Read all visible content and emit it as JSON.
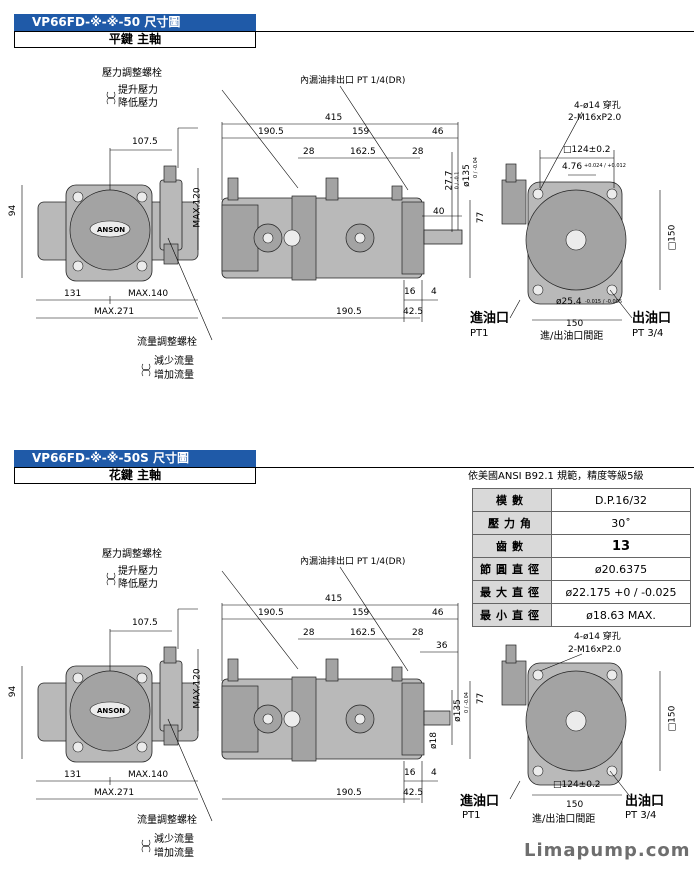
{
  "section1": {
    "title": "VP66FD-※-※-50 尺寸圖",
    "subtitle": "平鍵 主軸",
    "pressure_screw": "壓力調整螺栓",
    "pressure_up": "提升壓力",
    "pressure_down": "降低壓力",
    "flow_screw": "流量調整螺栓",
    "flow_down": "減少流量",
    "flow_up": "增加流量",
    "drain": "內漏油排出口 PT 1/4(DR)",
    "brand_label": "ANSON",
    "inlet": "進油口",
    "inlet_size": "PT1",
    "outlet": "出油口",
    "outlet_size": "PT 3/4",
    "port_spacing": "進/出油口間距",
    "holes": "4-ø14 穿孔",
    "tapped": "2-M16xP2.0",
    "dims": {
      "d107_5": "107.5",
      "d94": "94",
      "dmax120": "MAX.120",
      "d131": "131",
      "dmax140": "MAX.140",
      "dmax271": "MAX.271",
      "d415": "415",
      "d190_5": "190.5",
      "d159": "159",
      "d46": "46",
      "d28a": "28",
      "d28b": "28",
      "d162_5": "162.5",
      "d27_7": "27.7",
      "d27_7_tol": "0 / -0.1",
      "d135": "ø135",
      "d135_tol": "0 / -0.04",
      "d40": "40",
      "d77": "77",
      "d16": "16",
      "d4": "4",
      "d190_5b": "190.5",
      "d42_5": "42.5",
      "d124": "□124±0.2",
      "d4_76": "4.76",
      "d4_76_tol": "+0.024 / +0.012",
      "d150v": "□150",
      "d25_4": "ø25.4",
      "d25_4_tol": "-0.015 / -0.005",
      "d150": "150"
    }
  },
  "section2": {
    "title": "VP66FD-※-※-50S 尺寸圖",
    "subtitle": "花鍵 主軸",
    "standard_note": "依美國ANSI  B92.1 規範，精度等級5級",
    "spec_rows": [
      {
        "key": "模數",
        "value": "D.P.16/32"
      },
      {
        "key": "壓力角",
        "value": "30˚"
      },
      {
        "key": "齒數",
        "value": "13"
      },
      {
        "key": "節圓直徑",
        "value": "ø20.6375"
      },
      {
        "key": "最大直徑",
        "value": "ø22.175 +0 / -0.025"
      },
      {
        "key": "最小直徑",
        "value": "ø18.63 MAX."
      }
    ],
    "pressure_screw": "壓力調整螺栓",
    "pressure_up": "提升壓力",
    "pressure_down": "降低壓力",
    "flow_screw": "流量調整螺栓",
    "flow_down": "減少流量",
    "flow_up": "增加流量",
    "drain": "內漏油排出口 PT 1/4(DR)",
    "brand_label": "ANSON",
    "inlet": "進油口",
    "inlet_size": "PT1",
    "outlet": "出油口",
    "outlet_size": "PT 3/4",
    "port_spacing": "進/出油口間距",
    "holes": "4-ø14 穿孔",
    "tapped": "2-M16xP2.0",
    "dims": {
      "d107_5": "107.5",
      "d94": "94",
      "dmax120": "MAX.120",
      "d131": "131",
      "dmax140": "MAX.140",
      "dmax271": "MAX.271",
      "d415": "415",
      "d190_5": "190.5",
      "d159": "159",
      "d46": "46",
      "d28a": "28",
      "d28b": "28",
      "d162_5": "162.5",
      "d36": "36",
      "d135": "ø135",
      "d135_tol": "0 / -0.04",
      "d18": "ø18",
      "d77": "77",
      "d16": "16",
      "d4": "4",
      "d190_5b": "190.5",
      "d42_5": "42.5",
      "d124": "□124±0.2",
      "d150v": "□150",
      "d150": "150"
    }
  },
  "watermark": "Limapump.com"
}
